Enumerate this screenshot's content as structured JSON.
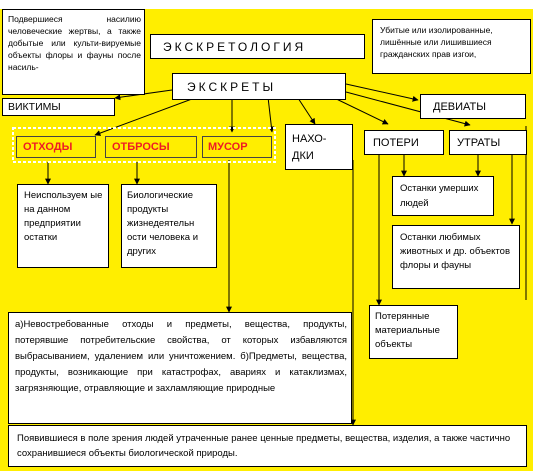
{
  "left_note": "Подвершиеся насилию человеческие жертвы, а также добытые или культи-вируемые объекты флоры и фауны после насиль-",
  "right_note": "Убитые или изолированные, лишённые или лишившиеся гражданских прав изгои,",
  "title": "ЭКСКРЕТОЛОГИЯ",
  "excrets": "ЭКСКРЕТЫ",
  "victims": "ВИКТИМЫ",
  "deviants": "ДЕВИАТЫ",
  "waste": "ОТХОДЫ",
  "discards": "ОТБРОСЫ",
  "garbage": "МУСОР",
  "finds": "НАХО-ДКИ",
  "losses": "ПОТЕРИ",
  "bereavements": "УТРАТЫ",
  "unused_remains": "Неиспользуем ые на данном предприятии остатки",
  "bio_products": "Биологические продукты жизнедеятельн ости человека и других",
  "dead_remains": "Останки умерших людей",
  "pet_remains": "Останки любимых животных и др. объектов флоры и фауны",
  "lost_objects": "Потерянные материальные объекты",
  "garbage_def": "а)Невостребованные отходы и предметы, вещества, продукты, потерявшие потребительские свойства, от которых избавляются выбрасыванием, удалением или уничтожением. б)Предметы, вещества, продукты, возникающие при катастрофах, авариях и катаклизмах, загрязняющие, отравляющие и захламляющие природные",
  "finds_def": "Появившиеся в поле зрения людей утраченные ранее ценные предметы, вещества, изделия, а также частично сохранившиеся объекты биологической природы."
}
